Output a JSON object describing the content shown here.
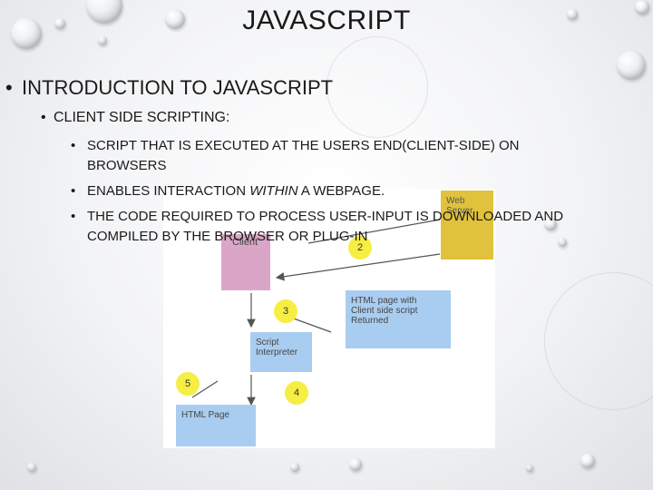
{
  "slide": {
    "title": "JAVASCRIPT",
    "bullet1": "INTRODUCTION TO JAVASCRIPT",
    "bullet2": "CLIENT SIDE SCRIPTING:",
    "bullet3_line1": "SCRIPT THAT IS EXECUTED AT THE USERS END(CLIENT-SIDE) ON",
    "bullet3_line2": "BROWSERS",
    "bullet4_pre": "ENABLES INTERACTION ",
    "bullet4_italic": "WITHIN",
    "bullet4_post": " A WEBPAGE.",
    "bullet5_line1": "THE CODE REQUIRED TO PROCESS USER-INPUT IS DOWNLOADED AND",
    "bullet5_line2": "COMPILED BY THE BROWSER OR PLUG-IN"
  },
  "diagram": {
    "client_label": "Client",
    "web_server_label": "Web Server",
    "html_returned_label": "HTML page with Client side script Returned",
    "interpreter_label": "Script Interpreter",
    "html_page_label": "HTML Page",
    "step_2": "2",
    "step_3": "3",
    "step_4": "4",
    "step_5": "5",
    "colors": {
      "client": "#dba5c8",
      "server": "#e0c23c",
      "blue": "#a9cdf0",
      "step": "#f6ee43"
    }
  }
}
